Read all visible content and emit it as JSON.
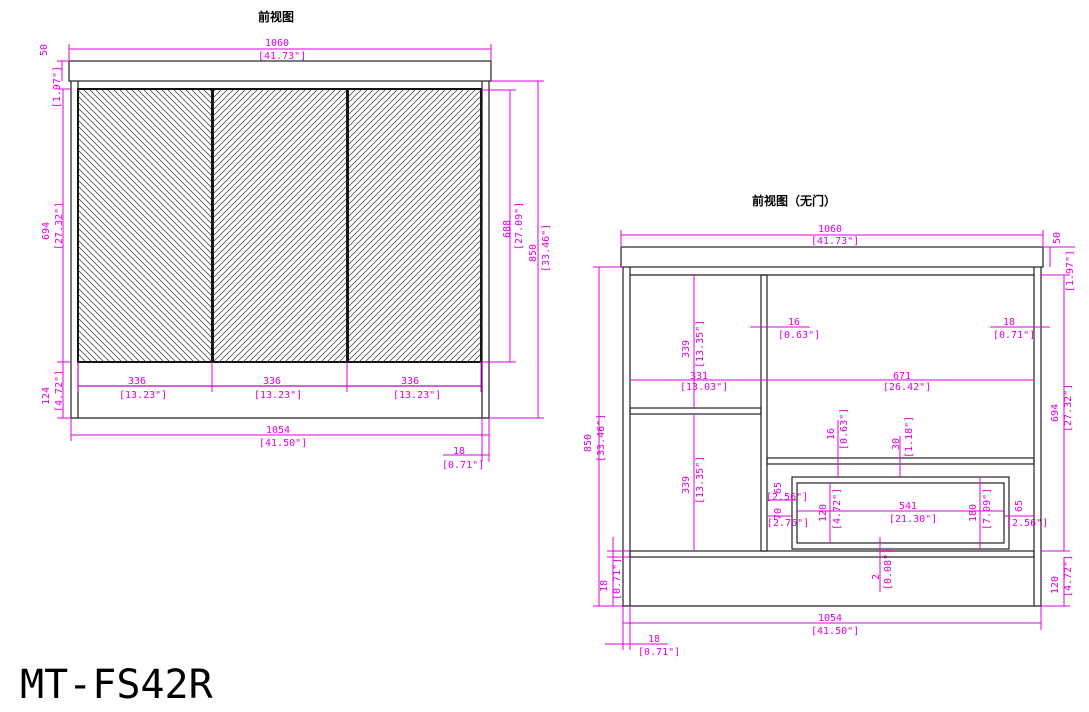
{
  "front_view": {
    "title": "前视图",
    "top_thickness": {
      "mm": "50",
      "in": "[1.97\"]"
    },
    "total_width": {
      "mm": "1060",
      "in": "[41.73\"]"
    },
    "door_height": {
      "mm": "694",
      "in": "[27.32\"]"
    },
    "door_inner_height": {
      "mm": "688",
      "in": "[27.09\"]"
    },
    "total_height": {
      "mm": "850",
      "in": "[33.46\"]"
    },
    "toe_height": {
      "mm": "124",
      "in": "[4.72\"]"
    },
    "door_widths": [
      {
        "mm": "336",
        "in": "[13.23\"]"
      },
      {
        "mm": "336",
        "in": "[13.23\"]"
      },
      {
        "mm": "336",
        "in": "[13.23\"]"
      }
    ],
    "base_width": {
      "mm": "1054",
      "in": "[41.50\"]"
    },
    "side_thickness": {
      "mm": "18",
      "in": "[0.71\"]"
    }
  },
  "open_view": {
    "title": "前视图（无门）",
    "total_width": {
      "mm": "1060",
      "in": "[41.73\"]"
    },
    "top_thickness": {
      "mm": "50",
      "in": "[1.97\"]"
    },
    "total_height": {
      "mm": "850",
      "in": "[33.46\"]"
    },
    "inner_height": {
      "mm": "694",
      "in": "[27.32\"]"
    },
    "upper_shelf_height": {
      "mm": "339",
      "in": "[13.35\"]"
    },
    "lower_shelf_height": {
      "mm": "339",
      "in": "[13.35\"]"
    },
    "partition": {
      "mm": "16",
      "in": "[0.63\"]"
    },
    "right_side": {
      "mm": "18",
      "in": "[0.71\"]"
    },
    "left_bay_width": {
      "mm": "331",
      "in": "[13.03\"]"
    },
    "right_bay_width": {
      "mm": "671",
      "in": "[26.42\"]"
    },
    "shelf_thickness": {
      "mm": "16",
      "in": "[0.63\"]"
    },
    "gap_top": {
      "mm": "30",
      "in": "[1.18\"]"
    },
    "drawer_left_gap": {
      "mm": "65",
      "in": "[2.56\"]"
    },
    "drawer_left_offset": {
      "mm": "70",
      "in": "[2.76\"]"
    },
    "drawer_front_height": {
      "mm": "120",
      "in": "[4.72\"]"
    },
    "drawer_width": {
      "mm": "541",
      "in": "[21.30\"]"
    },
    "drawer_height": {
      "mm": "180",
      "in": "[7.09\"]"
    },
    "drawer_right_gap": {
      "mm": "65",
      "in": "[2.56\"]"
    },
    "bottom_board": {
      "mm": "18",
      "in": "[0.71\"]"
    },
    "gap_bottom": {
      "mm": "2",
      "in": "[0.08\"]"
    },
    "toe_height": {
      "mm": "120",
      "in": "[4.72\"]"
    },
    "base_width": {
      "mm": "1054",
      "in": "[41.50\"]"
    },
    "side_thickness": {
      "mm": "18",
      "in": "[0.71\"]"
    }
  },
  "model": "MT-FS42R",
  "colors": {
    "dimension": "#e000e0",
    "outline": "#222222"
  }
}
